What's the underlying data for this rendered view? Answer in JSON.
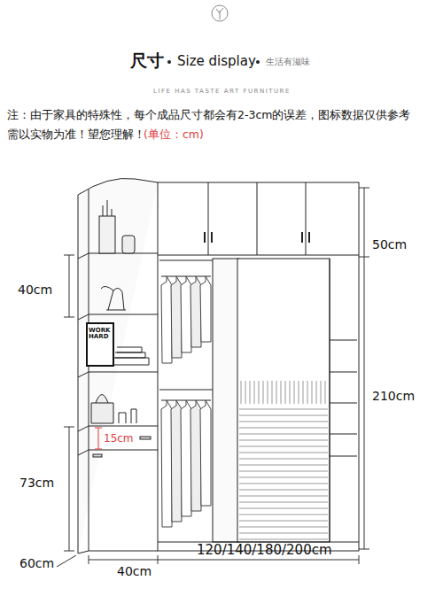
{
  "diagram": {
    "title": "尺寸",
    "labels": [
      "Size display",
      "生活有滋味",
      "LIFE HAS TASTE ART FURNITURE",
      "注：由于家具的特殊性，每个成品尺寸都会有2-3cm的误差，图标数据仅供参考",
      "需以实物为准！望您理解！",
      "(单位：cm)",
      "WORK HARD",
      "50cm",
      "40cm",
      "210cm",
      "15cm",
      "73cm",
      "60cm",
      "40cm",
      "120/140/180/200cm"
    ]
  }
}
